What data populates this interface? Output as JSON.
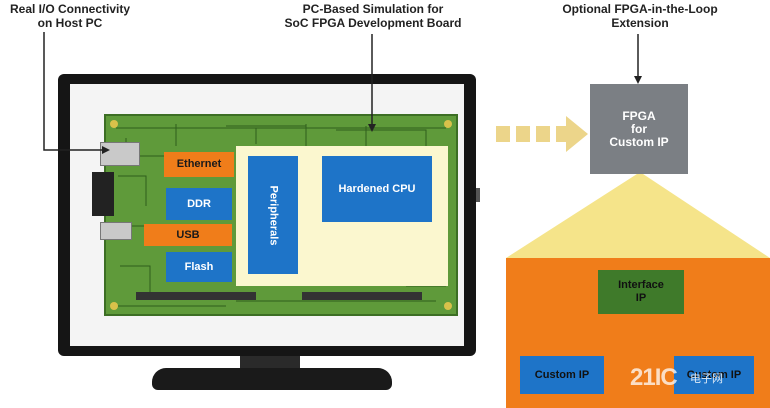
{
  "labels": {
    "real_io": [
      "Real I/O Connectivity",
      "on Host PC"
    ],
    "pc_sim": [
      "PC-Based Simulation for",
      "SoC FPGA Development Board"
    ],
    "optional": [
      "Optional FPGA-in-the-Loop",
      "Extension"
    ]
  },
  "board": {
    "ethernet": "Ethernet",
    "ddr": "DDR",
    "usb": "USB",
    "flash": "Flash",
    "peripherals": "Peripherals",
    "hardened_cpu": "Hardened CPU"
  },
  "fpga": {
    "lines": [
      "FPGA",
      "for",
      "Custom IP"
    ]
  },
  "expanded": {
    "interface_ip": [
      "Interface",
      "IP"
    ],
    "custom_ip_left": "Custom IP",
    "custom_ip_right": "Custom IP"
  },
  "watermark": {
    "logo_text": "21IC",
    "sub_text": "电子网"
  },
  "colors": {
    "orange": "#f07d1a",
    "blue": "#1e74c8",
    "pcb_green": "#5f9a3a",
    "dark_green": "#3f7a2a",
    "gray_box": "#7b7f84",
    "monitor": "#1a1a1a"
  }
}
